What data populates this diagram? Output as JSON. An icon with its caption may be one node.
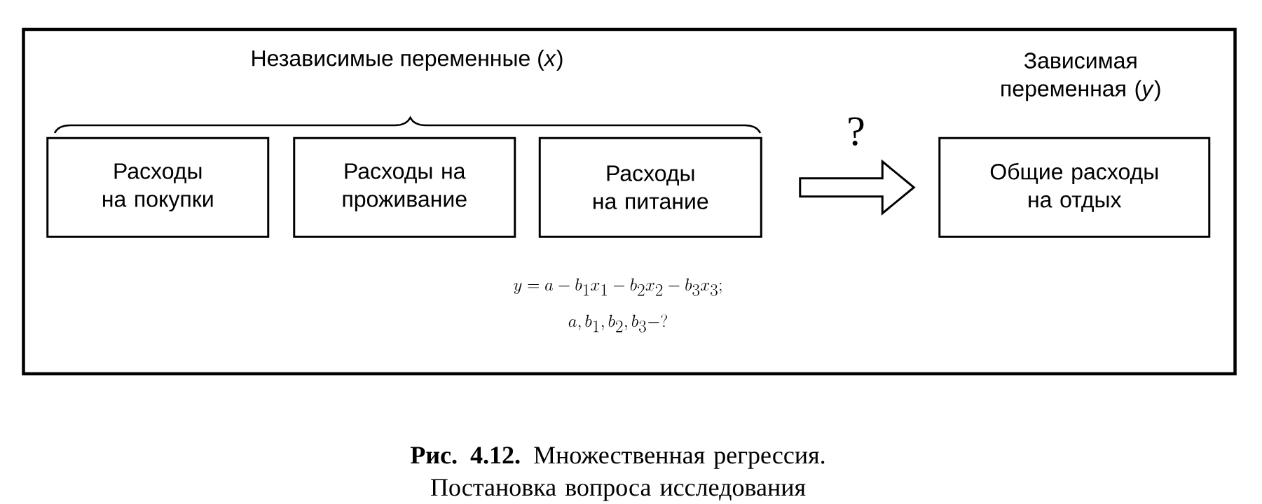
{
  "diagram": {
    "caption": "**Рис. 4.12.** Множественная регрессия. Постановка вопроса исследования",
    "nodes": [
      {
        "text": [],
        "shape": "box"
      },
      {
        "text": [
          "Расходы на покупки"
        ],
        "in": 0
      },
      {
        "text": [
          "Расходы на проживание"
        ],
        "in": 0
      },
      {
        "text": [
          "Расходы на питание"
        ],
        "in": 0
      },
      {
        "text": [
          "Зависимая переменная (*y*)",
          "Общие расходы на отдых"
        ],
        "in": 0
      }
    ],
    "edges": [
      {
        "from": 3,
        "to": 4,
        "arrow": "to",
        "label": "?"
      }
    ],
    "labels": [
      "Независимые переменные (*x*)",
      "y = a - b_1x_1 - b_2x_2 - b_3x_3;",
      "a, b_1, b_2, b_3 - ?"
    ]
  }
}
